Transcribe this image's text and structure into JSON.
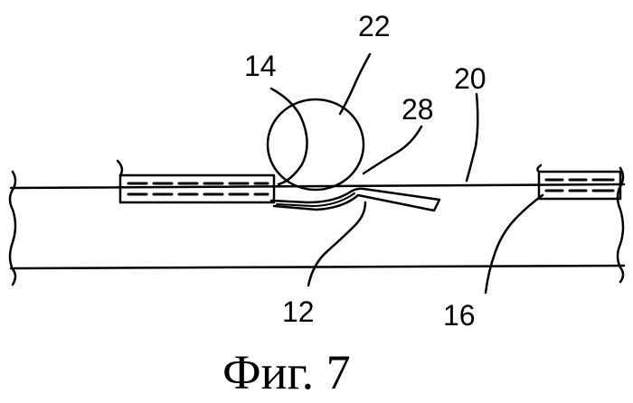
{
  "figure": {
    "caption": "Фиг. 7",
    "labels": {
      "l22": "22",
      "l14": "14",
      "l28": "28",
      "l20": "20",
      "l12": "12",
      "l16": "16"
    }
  }
}
